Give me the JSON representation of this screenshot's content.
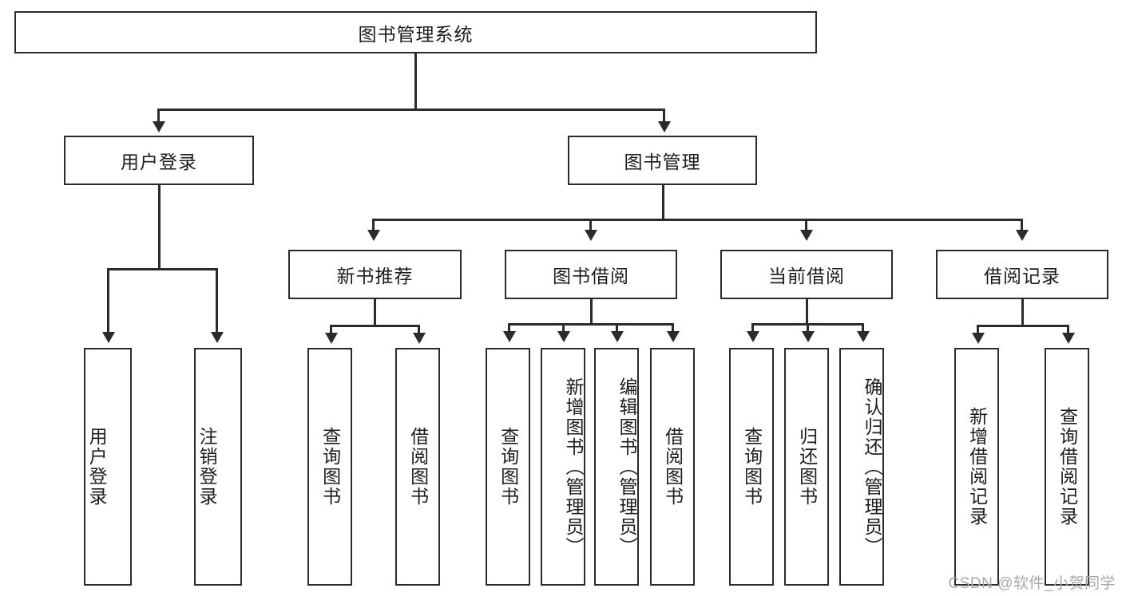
{
  "diagram": {
    "title": "图书管理系统",
    "type": "tree",
    "watermark": "CSDN @软件_小贺同学",
    "stroke_color": "#2b2b2b",
    "fill_color": "#ffffff",
    "watermark_color": "#a8a8a8"
  },
  "root": {
    "label": "图书管理系统"
  },
  "level2": [
    {
      "label": "用户登录"
    },
    {
      "label": "图书管理"
    }
  ],
  "level3": [
    {
      "label": "新书推荐"
    },
    {
      "label": "图书借阅"
    },
    {
      "label": "当前借阅"
    },
    {
      "label": "借阅记录"
    }
  ],
  "leaves": {
    "user_login": [
      {
        "label": "用户登录"
      },
      {
        "label": "注销登录"
      }
    ],
    "new_book_recommend": [
      {
        "label": "查询图书"
      },
      {
        "label": "借阅图书"
      }
    ],
    "book_borrow": [
      {
        "label": "查询图书"
      },
      {
        "label": "新增图书（管理员）"
      },
      {
        "label": "编辑图书（管理员）"
      },
      {
        "label": "借阅图书"
      }
    ],
    "current_borrow": [
      {
        "label": "查询图书"
      },
      {
        "label": "归还图书"
      },
      {
        "label": "确认归还（管理员）"
      }
    ],
    "borrow_record": [
      {
        "label": "新增借阅记录"
      },
      {
        "label": "查询借阅记录"
      }
    ]
  }
}
